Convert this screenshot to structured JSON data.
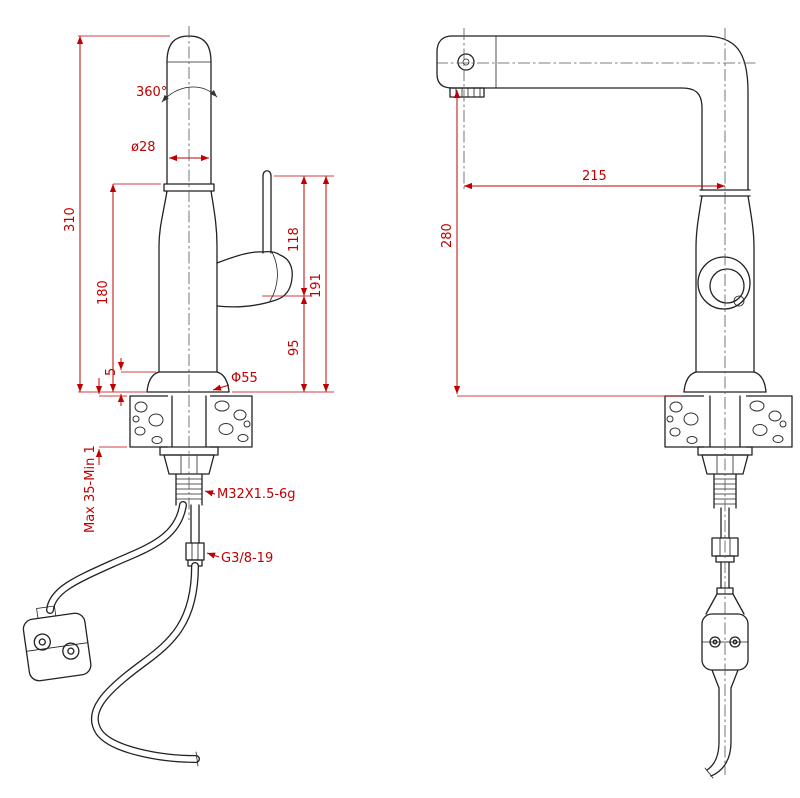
{
  "page": {
    "background": "#ffffff"
  },
  "drawing": {
    "type": "technical-drawing",
    "subject": "pull-out kitchen faucet, two orthographic views with dimensions",
    "line_color": "#222222",
    "dimension_color": "#c00000"
  },
  "left_view": {
    "labels": {
      "rotation": "360°",
      "spout_diameter": "ø28",
      "total_height": "310",
      "body_height": "180",
      "flange_step": "5",
      "handle_length": "118",
      "handle_top_height": "191",
      "handle_bottom_height": "95",
      "flange_diameter": "Φ55",
      "mount_thickness": "Max 35-Min 1",
      "shank_thread": "M32X1.5-6g",
      "hose_thread": "G3/8-19"
    }
  },
  "right_view": {
    "labels": {
      "spout_reach": "215",
      "spout_height": "280"
    }
  }
}
